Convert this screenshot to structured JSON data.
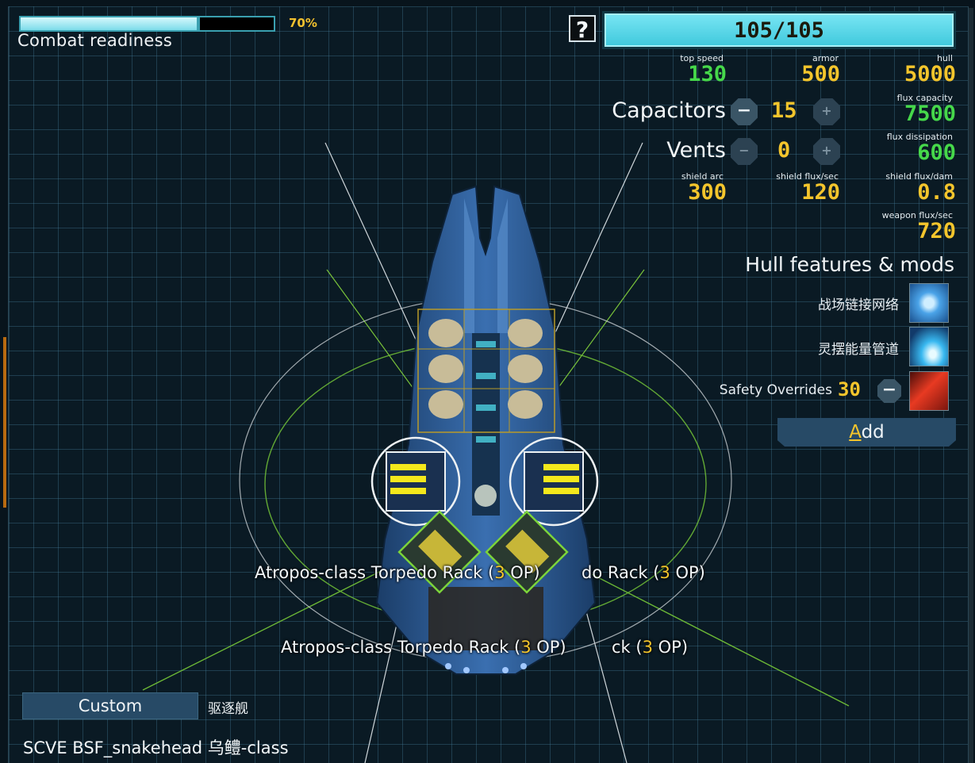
{
  "combat_readiness": {
    "label": "Combat readiness",
    "percent_text": "70%",
    "value": 0.7
  },
  "help_label": "?",
  "ordnance_points": {
    "text": "105/105",
    "used": 105,
    "max": 105
  },
  "stats": {
    "top_speed": {
      "label": "top speed",
      "value": "130"
    },
    "armor": {
      "label": "armor",
      "value": "500"
    },
    "hull": {
      "label": "hull",
      "value": "5000"
    },
    "flux_capacity": {
      "label": "flux capacity",
      "value": "7500"
    },
    "flux_dissipation": {
      "label": "flux dissipation",
      "value": "600"
    },
    "shield_arc": {
      "label": "shield arc",
      "value": "300"
    },
    "shield_flux_sec": {
      "label": "shield flux/sec",
      "value": "120"
    },
    "shield_flux_dam": {
      "label": "shield flux/dam",
      "value": "0.8"
    },
    "weapon_flux_sec": {
      "label": "weapon flux/sec",
      "value": "720"
    }
  },
  "capacitors": {
    "label": "Capacitors",
    "value": "15",
    "minus": "−",
    "plus": "+"
  },
  "vents": {
    "label": "Vents",
    "value": "0",
    "minus": "−",
    "plus": "+"
  },
  "hull_mods": {
    "title": "Hull features & mods",
    "items": [
      {
        "name": "战场链接网络",
        "icon": "network-knot-icon"
      },
      {
        "name": "灵摆能量管道",
        "icon": "energy-conduit-icon"
      },
      {
        "name": "Safety Overrides",
        "icon": "safety-overrides-icon",
        "op": "30",
        "minus": "−"
      }
    ],
    "add_label_first": "A",
    "add_label_rest": "dd"
  },
  "weapons": [
    {
      "name": "Atropos-class Torpedo Rack (",
      "op": "3",
      "suffix": " OP)"
    },
    {
      "name": "do Rack (",
      "op": "3",
      "suffix": " OP)"
    },
    {
      "name": "Atropos-class Torpedo Rack (",
      "op": "3",
      "suffix": " OP)"
    },
    {
      "name": "ck (",
      "op": "3",
      "suffix": " OP)"
    }
  ],
  "variant": {
    "button_label": "Custom",
    "role": "驱逐舰"
  },
  "ship_name": "SCVE BSF_snakehead 乌鳢-class",
  "colors": {
    "accent_cyan": "#5ed4e6",
    "value_green": "#46d84a",
    "value_yellow": "#f4c52c",
    "button_blue": "#274a66"
  }
}
